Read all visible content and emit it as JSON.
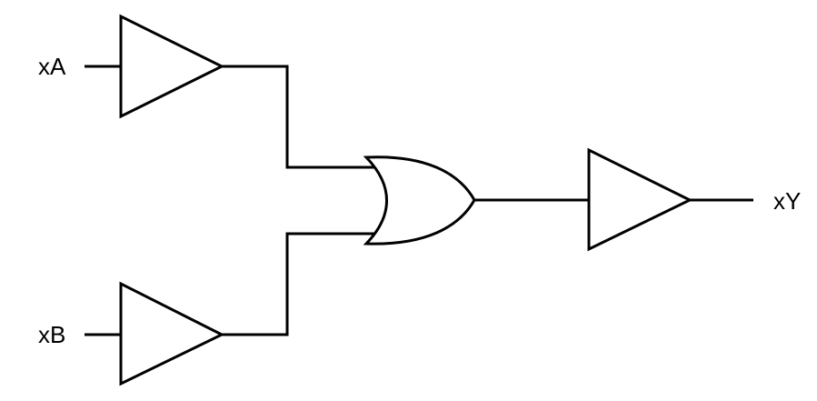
{
  "diagram": {
    "inputs": [
      {
        "id": "xA",
        "label": "xA"
      },
      {
        "id": "xB",
        "label": "xB"
      }
    ],
    "output": {
      "id": "xY",
      "label": "xY"
    },
    "gates": [
      {
        "id": "buffer_a",
        "kind": "buffer",
        "from": "xA"
      },
      {
        "id": "buffer_b",
        "kind": "buffer",
        "from": "xB"
      },
      {
        "id": "or_gate",
        "kind": "or",
        "from": [
          "buffer_a",
          "buffer_b"
        ]
      },
      {
        "id": "buffer_y",
        "kind": "buffer",
        "from": "or_gate",
        "to": "xY"
      }
    ],
    "colors": {
      "stroke": "#000000",
      "background": "#ffffff"
    }
  }
}
